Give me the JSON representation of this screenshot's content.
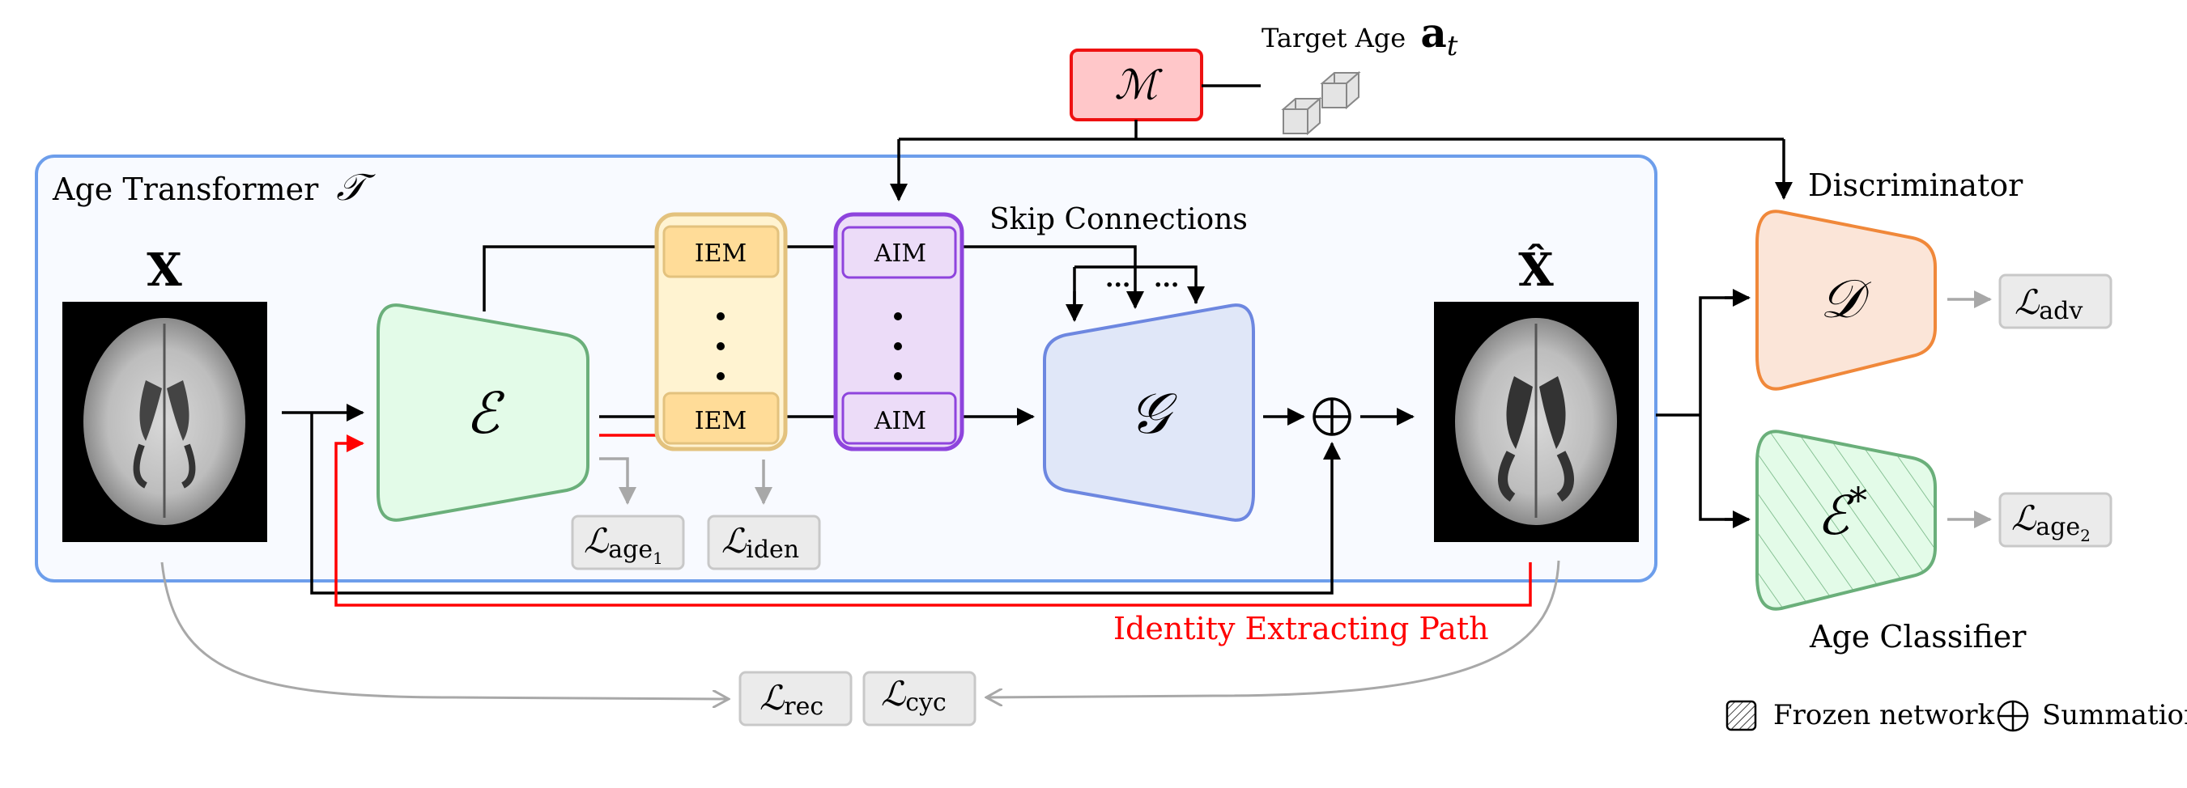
{
  "title": {
    "main": "Age Transformer",
    "symbol": "𝒯"
  },
  "inputs": {
    "x_label": "X",
    "xhat_label": "X̂"
  },
  "encoder": {
    "symbol": "ℰ"
  },
  "generator": {
    "symbol": "𝒢"
  },
  "mapping": {
    "symbol": "ℳ"
  },
  "target_age": {
    "label": "Target Age",
    "symbol": "a",
    "subscript": "t"
  },
  "iem": {
    "top": "IEM",
    "bottom": "IEM",
    "dots": "⋮"
  },
  "aim": {
    "top": "AIM",
    "bottom": "AIM",
    "dots": "⋮"
  },
  "skip": {
    "label": "Skip Connections",
    "ellipsis": "···"
  },
  "discriminator": {
    "label": "Discriminator",
    "symbol": "𝒟"
  },
  "classifier": {
    "label": "Age Classifier",
    "symbol": "ℰ",
    "star": "*"
  },
  "summation": {
    "symbol": "⊕"
  },
  "identity_path": {
    "label": "Identity Extracting Path",
    "color": "#ff0000"
  },
  "losses": {
    "L": "ℒ",
    "age1": {
      "sub": "age",
      "subsub": "1"
    },
    "iden": {
      "sub": "iden"
    },
    "adv": {
      "sub": "adv"
    },
    "age2": {
      "sub": "age",
      "subsub": "2"
    },
    "rec": {
      "sub": "rec"
    },
    "cyc": {
      "sub": "cyc"
    }
  },
  "legend": {
    "frozen": "Frozen network",
    "summation": "Summation"
  },
  "colors": {
    "transformer_border": "#6d9eeb",
    "encoder": "#6aaf7a",
    "generator": "#6d87e0",
    "discriminator": "#f0883a",
    "mapping": "#ee1111",
    "iem": "#e3c27e",
    "aim": "#8e44dd"
  }
}
